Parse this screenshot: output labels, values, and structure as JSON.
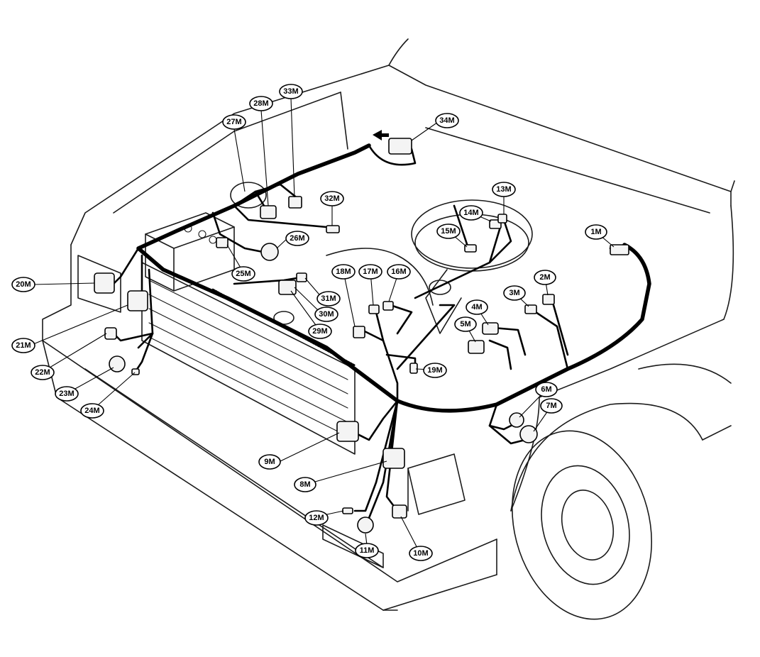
{
  "diagram": {
    "callouts": [
      {
        "id": "1M",
        "label": "1M"
      },
      {
        "id": "2M",
        "label": "2M"
      },
      {
        "id": "3M",
        "label": "3M"
      },
      {
        "id": "4M",
        "label": "4M"
      },
      {
        "id": "5M",
        "label": "5M"
      },
      {
        "id": "6M",
        "label": "6M"
      },
      {
        "id": "7M",
        "label": "7M"
      },
      {
        "id": "8M",
        "label": "8M"
      },
      {
        "id": "9M",
        "label": "9M"
      },
      {
        "id": "10M",
        "label": "10M"
      },
      {
        "id": "11M",
        "label": "11M"
      },
      {
        "id": "12M",
        "label": "12M"
      },
      {
        "id": "13M",
        "label": "13M"
      },
      {
        "id": "14M",
        "label": "14M"
      },
      {
        "id": "15M",
        "label": "15M"
      },
      {
        "id": "16M",
        "label": "16M"
      },
      {
        "id": "17M",
        "label": "17M"
      },
      {
        "id": "18M",
        "label": "18M"
      },
      {
        "id": "19M",
        "label": "19M"
      },
      {
        "id": "20M",
        "label": "20M"
      },
      {
        "id": "21M",
        "label": "21M"
      },
      {
        "id": "22M",
        "label": "22M"
      },
      {
        "id": "23M",
        "label": "23M"
      },
      {
        "id": "24M",
        "label": "24M"
      },
      {
        "id": "25M",
        "label": "25M"
      },
      {
        "id": "26M",
        "label": "26M"
      },
      {
        "id": "27M",
        "label": "27M"
      },
      {
        "id": "28M",
        "label": "28M"
      },
      {
        "id": "29M",
        "label": "29M"
      },
      {
        "id": "30M",
        "label": "30M"
      },
      {
        "id": "31M",
        "label": "31M"
      },
      {
        "id": "32M",
        "label": "32M"
      },
      {
        "id": "33M",
        "label": "33M"
      },
      {
        "id": "34M",
        "label": "34M"
      }
    ],
    "colors": {
      "line": "#000000",
      "background": "#ffffff"
    }
  }
}
